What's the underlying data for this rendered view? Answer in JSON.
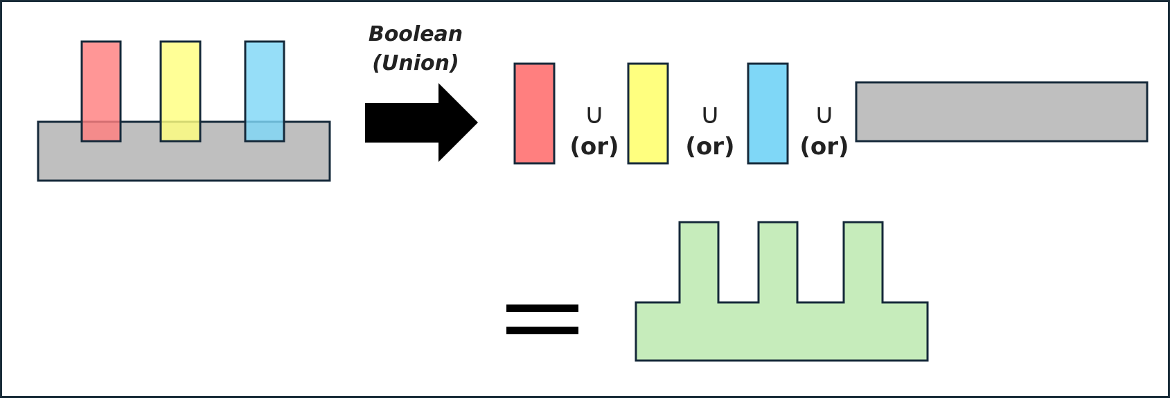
{
  "operation": {
    "title_line1": "Boolean",
    "title_line2": "(Union)"
  },
  "union_symbol": "∪",
  "or_label": "(or)",
  "equals_symbol": "=",
  "colors": {
    "red": "#ff7f7f",
    "yellow": "#ffff7f",
    "blue": "#7fd7f7",
    "gray": "#bfbfbf",
    "green": "#c6ecbb",
    "outline": "#15293a",
    "arrow": "#000000"
  }
}
